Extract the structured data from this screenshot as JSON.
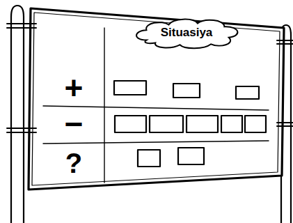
{
  "diagram": {
    "nodes": [
      {
        "text": [
          "Situasiya"
        ]
      }
    ],
    "labels": [
      "+",
      "−",
      "?"
    ]
  }
}
